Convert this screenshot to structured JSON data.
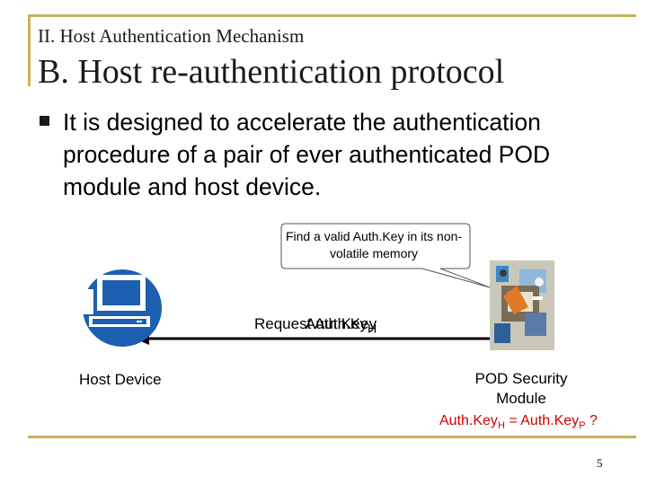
{
  "header": {
    "section": "II. Host Authentication Mechanism",
    "title": "B. Host re-authentication protocol"
  },
  "bullet": {
    "text": "It is designed to accelerate the authentication procedure of a pair of ever authenticated POD module and host device."
  },
  "diagram": {
    "callout": "Find a valid Auth.Key in its non-volatile memory",
    "request_label": "Request Auth.Key",
    "authkey_h_main": "Auth.Key",
    "authkey_h_sub": "H",
    "host_label": "Host Device",
    "pod_label": "POD Security Module",
    "compare": {
      "left_main": "Auth.Key",
      "left_sub": "H",
      "equals": " = ",
      "right_main": "Auth.Key",
      "right_sub": "P",
      "suffix": " ?"
    },
    "host_icon": "computer-icon",
    "pod_icon": "pod-module-clipart-icon",
    "compare_color": "#d00000",
    "arrow_color": "#000000",
    "rule_color": "#c8b45a"
  },
  "footer": {
    "page_number": "5"
  }
}
